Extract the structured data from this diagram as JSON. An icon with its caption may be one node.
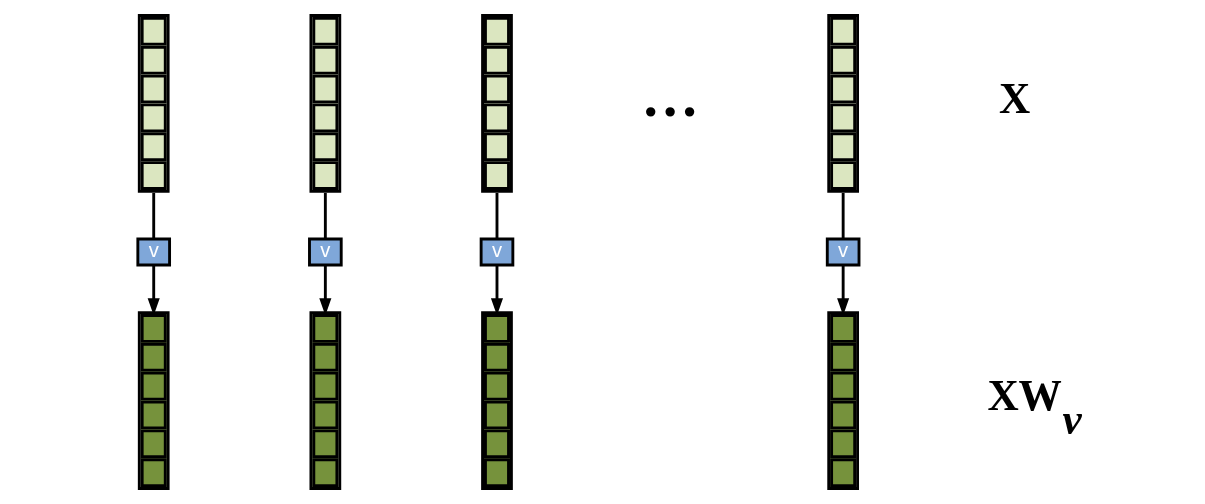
{
  "diagram": {
    "nodes": [
      {
        "text": [],
        "shape": "bar"
      },
      {
        "text": [],
        "shape": "bar"
      },
      {
        "text": [],
        "shape": "bar"
      },
      {
        "text": [],
        "shape": "bar"
      },
      {
        "text": [
          "v"
        ]
      },
      {
        "text": [
          "v"
        ]
      },
      {
        "text": [
          "v"
        ]
      },
      {
        "text": [
          "v"
        ]
      },
      {
        "text": [],
        "shape": "bar"
      },
      {
        "text": [],
        "shape": "bar"
      },
      {
        "text": [],
        "shape": "bar"
      },
      {
        "text": [],
        "shape": "bar"
      }
    ],
    "edges": [
      {
        "from": 0,
        "to": 4,
        "arrow": "none"
      },
      {
        "from": 4,
        "to": 8,
        "arrow": "to"
      },
      {
        "from": 1,
        "to": 5,
        "arrow": "none"
      },
      {
        "from": 5,
        "to": 9,
        "arrow": "to"
      },
      {
        "from": 2,
        "to": 6,
        "arrow": "none"
      },
      {
        "from": 6,
        "to": 10,
        "arrow": "to"
      },
      {
        "from": 3,
        "to": 7,
        "arrow": "none"
      },
      {
        "from": 7,
        "to": 11,
        "arrow": "to"
      }
    ],
    "labels": [
      "…",
      "X",
      "XW$_{v}$"
    ]
  }
}
